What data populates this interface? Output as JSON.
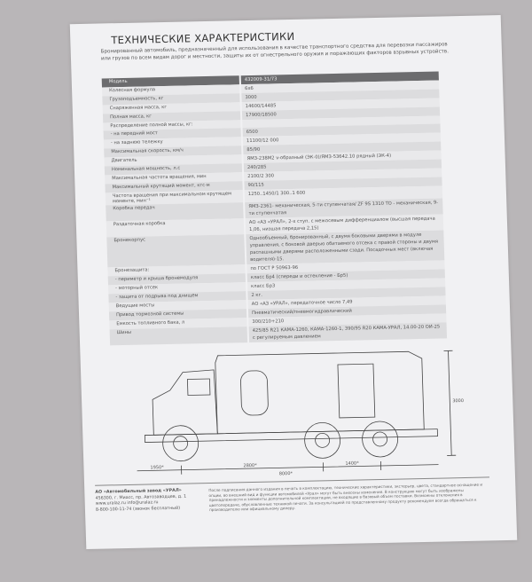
{
  "title": "ТЕХНИЧЕСКИЕ ХАРАКТЕРИСТИКИ",
  "intro": "Бронированный автомобиль, предназначенный для использования в качестве транспортного средства для перевозки пассажиров или грузов по всем видам дорог и местности, защиты их от огнестрельного оружия и поражающих факторов взрывных устройств.",
  "table": {
    "header": {
      "label": "Модель",
      "value": "432009-31/73"
    },
    "rows": [
      {
        "label": "Колесная формула",
        "value": "6х6"
      },
      {
        "label": "Грузоподъемность, кг",
        "value": "3000"
      },
      {
        "label": "Снаряженная масса, кг",
        "value": "14600/14485"
      },
      {
        "label": "Полная масса, кг",
        "value": "17900/18500"
      },
      {
        "label": "Распределение полной массы, кг:",
        "value": ""
      },
      {
        "label": "- на передний мост",
        "value": "6500"
      },
      {
        "label": "- на заднюю тележку",
        "value": "11100/12 000"
      },
      {
        "label": "Максимальная скорость, км/ч",
        "value": "85/90"
      },
      {
        "label": "Двигатель",
        "value": "ЯМЗ-238М2 v-образный (ЭК-0)/ЯМЗ-53642.10 рядный (ЭК-4)"
      },
      {
        "label": "Номинальная мощность, л.с",
        "value": "240/285"
      },
      {
        "label": "Максимальная частота вращения, мин",
        "value": "2100/2 300"
      },
      {
        "label": "Максимальный крутящий момент, кгс·м",
        "value": "90/115"
      },
      {
        "label": "Частота вращения при максимальном крутящем моменте, мин⁻¹",
        "value": "1250..1450/1 300..1 600"
      },
      {
        "label": "Коробка передач",
        "value": "ЯМЗ-2361- механическая, 5-ти ступенчатая/ ZF 9S 1310 TO - механическая, 9-ти ступенчатая"
      },
      {
        "label": "Раздаточная коробка",
        "value": "АО «АЗ «УРАЛ», 2-х ступ. с межосевым дифференциалом (высшая передача 1,06, низшая передача 2,15)"
      },
      {
        "label": "Бронекорпус",
        "value": "Однообъемный, бронированный, с двумя боковыми дверями в модуле управления, с боковой дверью обитаемого отсека с правой стороны и двумя распашными дверями расположенными сзади. Посадочных мест (включая водителя)-15."
      },
      {
        "label": "Бронезащита:",
        "value": "по ГОСТ Р 50963-96"
      },
      {
        "label": "- периметр и крыша бронемодуля",
        "value": "класс Бр4 (спереди и остекление - Бр5)"
      },
      {
        "label": "- моторный отсек",
        "value": "класс Бр3"
      },
      {
        "label": "- защита от подрыва под днищем",
        "value": "2 кг."
      },
      {
        "label": "Ведущие мосты",
        "value": "АО «АЗ «УРАЛ», передаточное число 7,49"
      },
      {
        "label": "Привод тормозной системы",
        "value": "Пневматический/пневмогидравлический"
      },
      {
        "label": "Емкость топливного бака, л",
        "value": "300/210+210"
      },
      {
        "label": "Шины",
        "value": "425/85 R21 КАМА-1260, КАМА-1260-1, 390/95 R20 КАМА-УРАЛ, 14.00-20 ОИ-25 с регулируемым давлением"
      }
    ]
  },
  "drawing": {
    "dims": [
      "1950*",
      "2800*",
      "1400*",
      "8000*",
      "3000"
    ]
  },
  "footer": {
    "company_name": "АО «Автомобильный завод «УРАЛ»",
    "address": "456300, г. Миасс, пр. Автозаводцев, д. 1",
    "web": "www.uralaz.ru info@uralaz.ru",
    "phone": "8-800-100-11-74 (звонок бесплатный)",
    "disclaimer": "После подписания данного издания в печать в комплектацию, технические характеристики, экстерьер, цвета, стандартное оснащение и опции, во внешний вид и функции автомобилей «Урал» могут быть внесены изменения. В конструкцию могут быть изображены принадлежности и элементы дополнительной комплектации, не входящие в базовый объем поставки. Возможны отклонения в цветопередаче, обусловленные техникой печати. За консультацией по представленному продукту рекомендуем всегда обращаться к производителю или официальному дилеру."
  }
}
